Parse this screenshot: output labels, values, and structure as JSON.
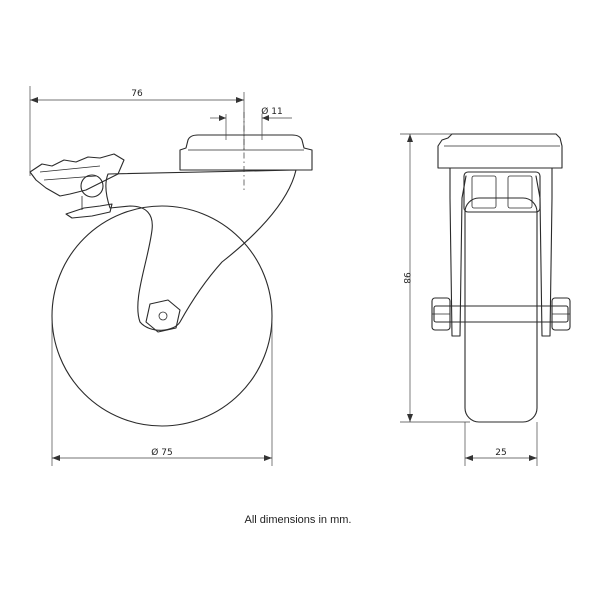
{
  "dimensions": {
    "top_width": "76",
    "bolt_hole": "Ø 11",
    "wheel_diameter": "Ø 75",
    "height": "98",
    "wheel_width": "25"
  },
  "note": "All dimensions in mm."
}
